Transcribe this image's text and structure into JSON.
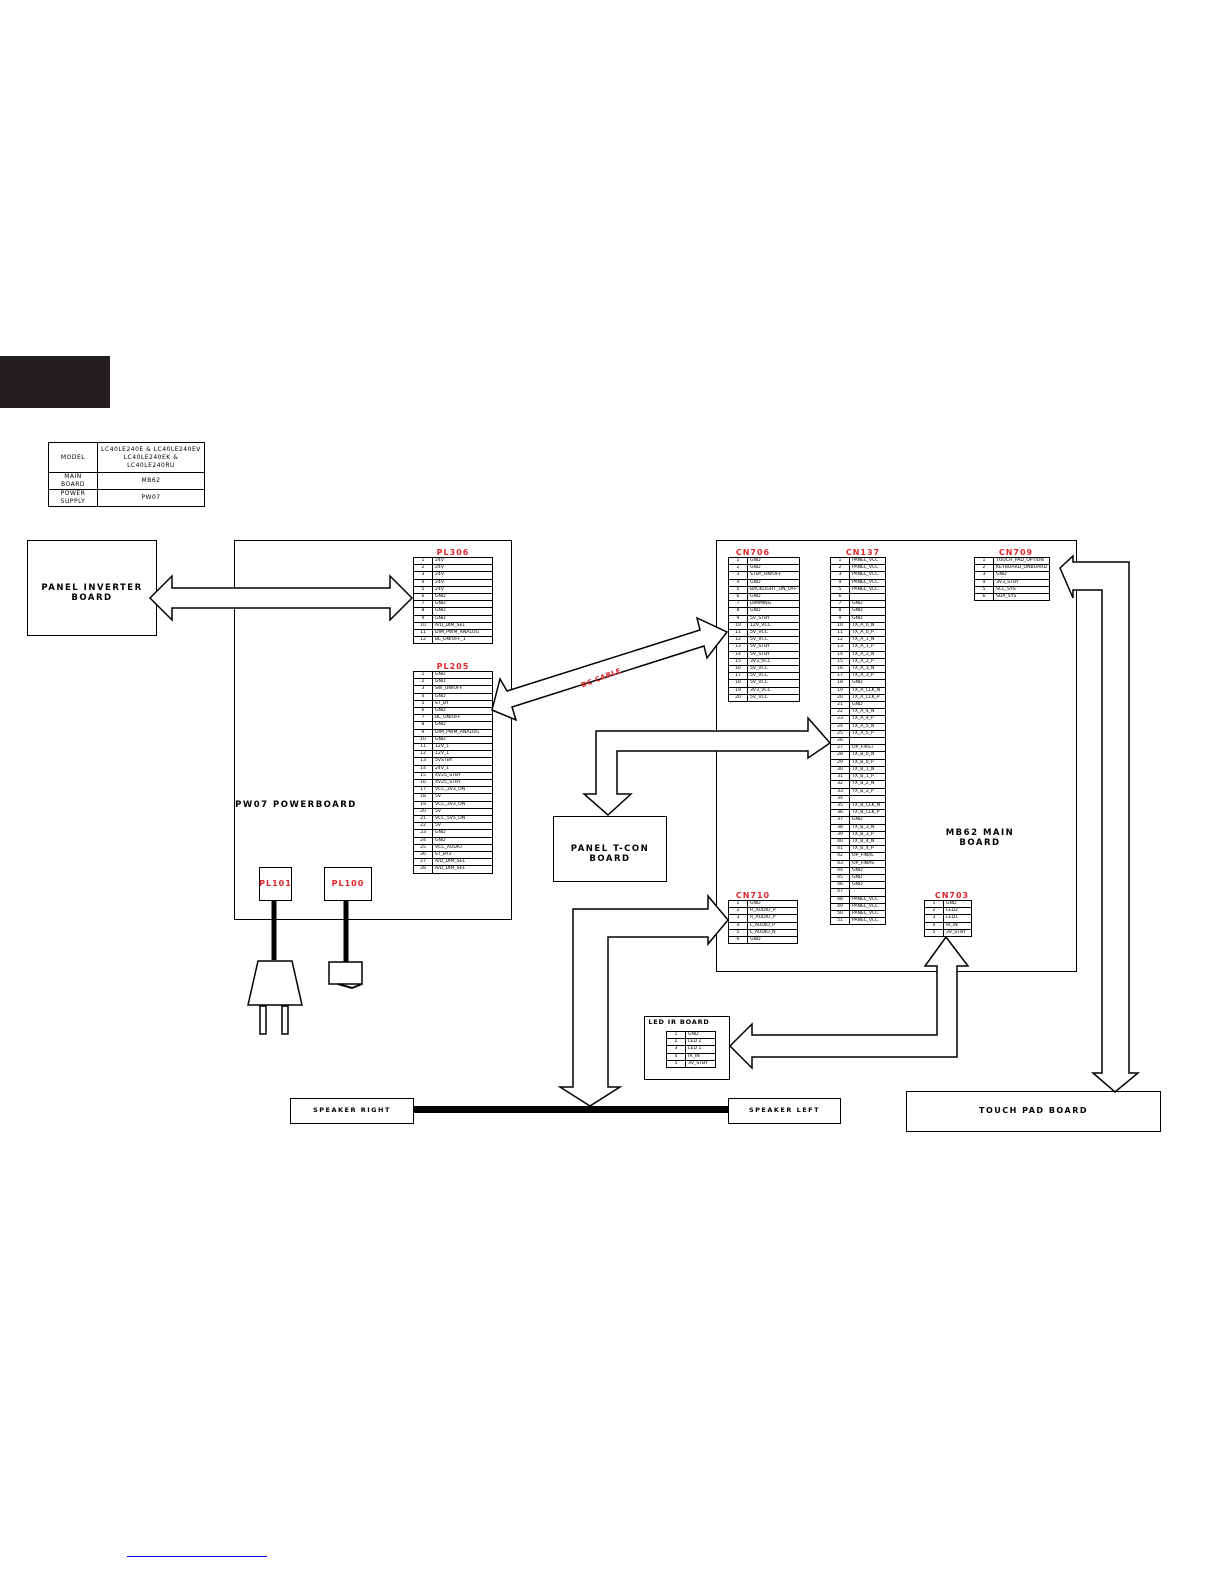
{
  "model_table": {
    "model_label": "MODEL",
    "model_value_1": "LC40LE240E & LC40LE240EV",
    "model_value_2": "LC40LE240EK & LC40LE240RU",
    "main_board_label": "MAIN BOARD",
    "main_board_value": "MB62",
    "power_supply_label": "POWER SUPPLY",
    "power_supply_value": "PW07"
  },
  "boards": {
    "panel_inverter": "PANEL INVERTER BOARD",
    "powerboard": "PW07 POWERBOARD",
    "panel_tcon": "PANEL T-CON BOARD",
    "main_board": "MB62 MAIN BOARD",
    "led_ir": "LED IR BOARD",
    "touch_pad": "TOUCH PAD BOARD",
    "speaker_right": "SPEAKER RIGHT",
    "speaker_left": "SPEAKER LEFT"
  },
  "cable_label": "DC CABLE",
  "connectors": {
    "pl306": {
      "title": "PL306",
      "pins": [
        [
          "1",
          "24V"
        ],
        [
          "2",
          "24V"
        ],
        [
          "3",
          "24V"
        ],
        [
          "4",
          "24V"
        ],
        [
          "5",
          "24V"
        ],
        [
          "6",
          "GND"
        ],
        [
          "7",
          "GND"
        ],
        [
          "8",
          "GND"
        ],
        [
          "9",
          "GND"
        ],
        [
          "10",
          "A/D_DIM_SEL"
        ],
        [
          "11",
          "DIM_PWM_ANALOG"
        ],
        [
          "12",
          "BL_ON/OFF_1"
        ]
      ]
    },
    "pl205": {
      "title": "PL205",
      "pins": [
        [
          "1",
          "GND"
        ],
        [
          "2",
          "GND"
        ],
        [
          "3",
          "SW_ON/OFF"
        ],
        [
          "4",
          "GND"
        ],
        [
          "5",
          "ST_BY"
        ],
        [
          "6",
          "GND"
        ],
        [
          "7",
          "BL_ON/OFF"
        ],
        [
          "8",
          "GND"
        ],
        [
          "9",
          "DIM_PWM_ANALOG"
        ],
        [
          "10",
          "GND"
        ],
        [
          "11",
          "12V_1"
        ],
        [
          "12",
          "12V_1"
        ],
        [
          "13",
          "5VSTBY"
        ],
        [
          "14",
          "24V_1"
        ],
        [
          "15",
          "4V25_STBY"
        ],
        [
          "16",
          "4V25_STBY"
        ],
        [
          "17",
          "VCC_3V3_ON"
        ],
        [
          "18",
          "5V"
        ],
        [
          "19",
          "VCC_3V3_ON"
        ],
        [
          "20",
          "5V"
        ],
        [
          "21",
          "VCC_5V5_ON"
        ],
        [
          "22",
          "5V"
        ],
        [
          "23",
          "GND"
        ],
        [
          "24",
          "GND"
        ],
        [
          "25",
          "VCC_AUDIO"
        ],
        [
          "26",
          "ST_BY2"
        ],
        [
          "27",
          "A/D_DIM_SEL"
        ],
        [
          "28",
          "A/D_DIM_SEL"
        ]
      ]
    },
    "pl101": {
      "title": "PL101"
    },
    "pl100": {
      "title": "PL100"
    },
    "cn706": {
      "title": "CN706",
      "pins": [
        [
          "1",
          "GND"
        ],
        [
          "2",
          "GND"
        ],
        [
          "3",
          "STBY_ON/OFF"
        ],
        [
          "4",
          "GND"
        ],
        [
          "5",
          "BACKLIGHT_ON_OFF"
        ],
        [
          "6",
          "GND"
        ],
        [
          "7",
          "DIMMING"
        ],
        [
          "8",
          "GND"
        ],
        [
          "9",
          "5V_STBY"
        ],
        [
          "10",
          "12V_VCC"
        ],
        [
          "11",
          "5V_VCC"
        ],
        [
          "12",
          "5V_VCC"
        ],
        [
          "13",
          "5V_STBY"
        ],
        [
          "14",
          "5V_STBY"
        ],
        [
          "15",
          "3V3_VCC"
        ],
        [
          "16",
          "5V_VCC"
        ],
        [
          "17",
          "5V_VCC"
        ],
        [
          "18",
          "5V_VCC"
        ],
        [
          "19",
          "3V3_VCC"
        ],
        [
          "20",
          "5V_VCC"
        ]
      ]
    },
    "cn137": {
      "title": "CN137",
      "pins": [
        [
          "1",
          "PANEL_VCC"
        ],
        [
          "2",
          "PANEL_VCC"
        ],
        [
          "3",
          "PANEL_VCC"
        ],
        [
          "4",
          "PANEL_VCC"
        ],
        [
          "5",
          "PANEL_VCC"
        ],
        [
          "6",
          ""
        ],
        [
          "7",
          "GND"
        ],
        [
          "8",
          "GND"
        ],
        [
          "9",
          "GND"
        ],
        [
          "10",
          "TX_A_0_N"
        ],
        [
          "11",
          "TX_A_0_P"
        ],
        [
          "12",
          "TX_A_1_N"
        ],
        [
          "13",
          "TX_A_1_P"
        ],
        [
          "14",
          "TX_A_2_N"
        ],
        [
          "15",
          "TX_A_2_P"
        ],
        [
          "16",
          "TX_A_3_N"
        ],
        [
          "17",
          "TX_A_3_P"
        ],
        [
          "18",
          "GND"
        ],
        [
          "19",
          "TX_A_CLK_N"
        ],
        [
          "20",
          "TX_A_CLK_P"
        ],
        [
          "21",
          "GND"
        ],
        [
          "22",
          "TX_A_4_N"
        ],
        [
          "23",
          "TX_A_4_P"
        ],
        [
          "24",
          "TX_A_5_N"
        ],
        [
          "25",
          "TX_A_5_P"
        ],
        [
          "26",
          ""
        ],
        [
          "27",
          "OP_FIRST"
        ],
        [
          "28",
          "TX_B_0_N"
        ],
        [
          "29",
          "TX_B_0_P"
        ],
        [
          "30",
          "TX_B_1_N"
        ],
        [
          "31",
          "TX_B_1_P"
        ],
        [
          "32",
          "TX_B_2_N"
        ],
        [
          "33",
          "TX_B_2_P"
        ],
        [
          "34",
          ""
        ],
        [
          "35",
          "TX_B_CLK_N"
        ],
        [
          "36",
          "TX_B_CLK_P"
        ],
        [
          "37",
          "GND"
        ],
        [
          "38",
          "TX_B_3_N"
        ],
        [
          "39",
          "TX_B_3_P"
        ],
        [
          "40",
          "TX_B_4_N"
        ],
        [
          "41",
          "TX_B_4_P"
        ],
        [
          "42",
          "OP_FINAL"
        ],
        [
          "43",
          "OP_FINAS"
        ],
        [
          "44",
          "GND"
        ],
        [
          "45",
          "GND"
        ],
        [
          "46",
          "GND"
        ],
        [
          "47",
          ""
        ],
        [
          "48",
          "PANEL_VCC"
        ],
        [
          "49",
          "PANEL_VCC"
        ],
        [
          "50",
          "PANEL_VCC"
        ],
        [
          "51",
          "PANEL_VCC"
        ]
      ]
    },
    "cn709": {
      "title": "CN709",
      "pins": [
        [
          "1",
          "TOUCH_PAD_OPTION"
        ],
        [
          "2",
          "KEYBOARD_ONBOARD"
        ],
        [
          "3",
          "GND"
        ],
        [
          "4",
          "3V3_STBY"
        ],
        [
          "5",
          "SCL_SYS"
        ],
        [
          "6",
          "SDA_SYS"
        ]
      ]
    },
    "cn710": {
      "title": "CN710",
      "pins": [
        [
          "1",
          "GND"
        ],
        [
          "2",
          "R_AUDIO_P"
        ],
        [
          "3",
          "R_AUDIO_P"
        ],
        [
          "4",
          "L_AUDIO_P"
        ],
        [
          "5",
          "L_AUDIO_N"
        ],
        [
          "6",
          "GND"
        ]
      ]
    },
    "cn703": {
      "title": "CN703",
      "pins": [
        [
          "1",
          "GND"
        ],
        [
          "2",
          "LED2"
        ],
        [
          "3",
          "LED1"
        ],
        [
          "4",
          "IR_IN"
        ],
        [
          "5",
          "3V_STBY"
        ]
      ]
    },
    "led_ir_pins": {
      "pins": [
        [
          "1",
          "GND"
        ],
        [
          "2",
          "LED 2"
        ],
        [
          "3",
          "LED 1"
        ],
        [
          "4",
          "IR_IN"
        ],
        [
          "5",
          "3V_STBY"
        ]
      ]
    }
  }
}
